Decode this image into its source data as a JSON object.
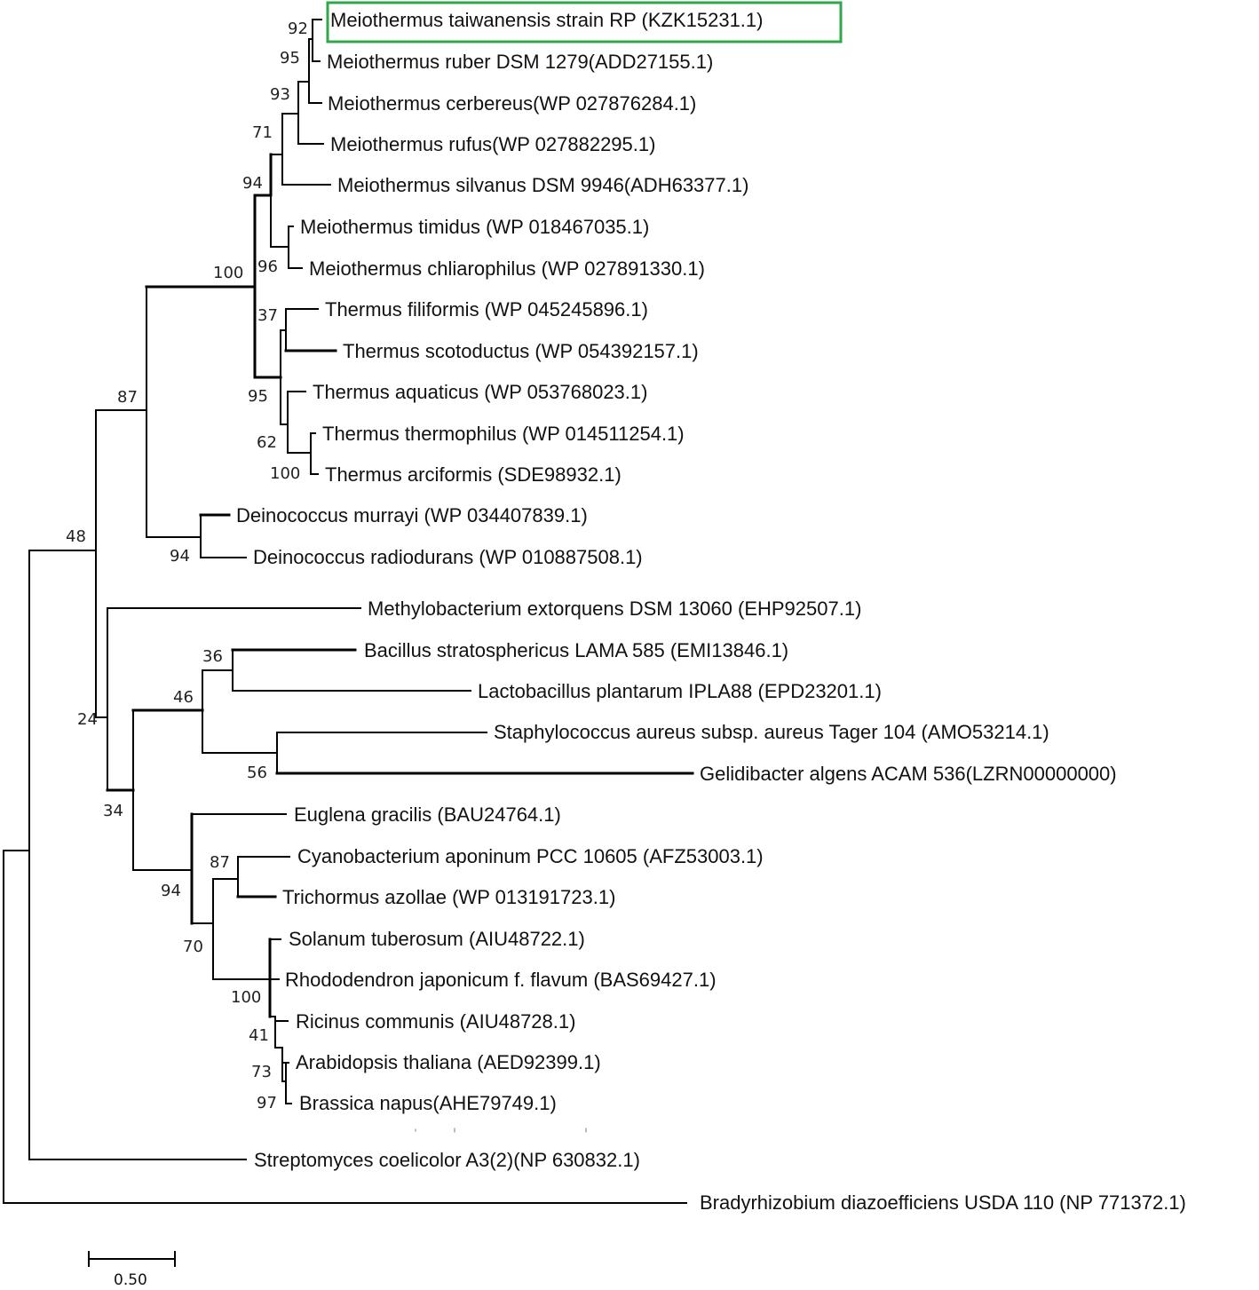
{
  "taxa": [
    "Meiothermus taiwanensis strain RP (KZK15231.1)",
    "Meiothermus ruber DSM 1279(ADD27155.1)",
    "Meiothermus cerbereus(WP 027876284.1)",
    "Meiothermus rufus(WP 027882295.1)",
    "Meiothermus silvanus DSM 9946(ADH63377.1)",
    "Meiothermus timidus (WP 018467035.1)",
    "Meiothermus chliarophilus (WP 027891330.1)",
    "Thermus filiformis (WP 045245896.1)",
    "Thermus scotoductus (WP 054392157.1)",
    "Thermus aquaticus (WP 053768023.1)",
    "Thermus thermophilus (WP 014511254.1)",
    "Thermus arciformis (SDE98932.1)",
    "Deinococcus murrayi (WP 034407839.1)",
    "Deinococcus radiodurans (WP 010887508.1)",
    "Methylobacterium extorquens DSM 13060 (EHP92507.1)",
    "Bacillus stratosphericus LAMA 585 (EMI13846.1)",
    "Lactobacillus plantarum IPLA88 (EPD23201.1)",
    "Staphylococcus aureus subsp. aureus Tager 104 (AMO53214.1)",
    "Gelidibacter algens ACAM 536(LZRN00000000)",
    "Euglena gracilis (BAU24764.1)",
    "Cyanobacterium aponinum PCC 10605 (AFZ53003.1)",
    "Trichormus azollae (WP 013191723.1)",
    "Solanum tuberosum (AIU48722.1)",
    "Rhododendron japonicum f. flavum (BAS69427.1)",
    "Ricinus communis (AIU48728.1)",
    "Arabidopsis thaliana (AED92399.1)",
    "Brassica napus(AHE79749.1)",
    "Streptomyces coelicolor A3(2)(NP 630832.1)",
    "Bradyrhizobium diazoefficiens USDA 110 (NP 771372.1)"
  ],
  "bootstrap": [
    "92",
    "95",
    "93",
    "71",
    "94",
    "96",
    "100",
    "37",
    "95",
    "62",
    "100",
    "87",
    "94",
    "48",
    "36",
    "46",
    "24",
    "56",
    "34",
    "87",
    "94",
    "70",
    "100",
    "41",
    "73",
    "97"
  ],
  "scale_bar": {
    "label": "0.50"
  },
  "highlight": {
    "taxon": "Meiothermus taiwanensis strain RP (KZK15231.1)",
    "color": "#2ea84a"
  }
}
